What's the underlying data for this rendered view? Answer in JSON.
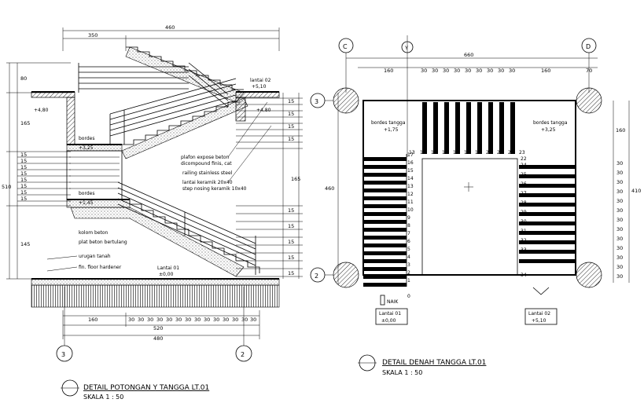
{
  "section": {
    "title": "DETAIL POTONGAN Y TANGGA LT.01",
    "scale": "SKALA 1 : 50",
    "top_dims": {
      "total": "460",
      "left": "350"
    },
    "left_dims": {
      "d1": "80",
      "d2": "165",
      "total": "510",
      "d3": "145",
      "d4": "15"
    },
    "right_dim": "165",
    "levels": {
      "upper": "+4,80",
      "landing_top": "+3,25",
      "landing_bottom": "+1,45"
    },
    "labels": {
      "lantai_top": "lantai 02",
      "lantai_top_val": "+5,10",
      "lantai_mid": "+4,80",
      "bordes1": "bordes",
      "bordes1_val": "+3,25",
      "bordes2": "bordes",
      "bordes2_val": "+1,45",
      "plafon": "plafon expose beton",
      "plafon2": "dicompound finis, cat",
      "railing": "railing stainless steel",
      "keramik": "lantai keramik 20x40",
      "nosing": "step nosing keramik 10x40",
      "kolom": "kolom beton",
      "pelat": "plat beton bertulang",
      "urugan": "urugan tanah",
      "floor": "fin. floor hardener",
      "lantai_bot": "Lantai 01",
      "lantai_bot_val": "±0,00"
    },
    "bottom_dims": {
      "d1": "160",
      "step": "30",
      "total": "520",
      "axis": "480"
    },
    "axis_left": "3",
    "axis_right": "2"
  },
  "plan": {
    "title": "DETAIL DENAH TANGGA LT.01",
    "scale": "SKALA 1 : 50",
    "top_dims": {
      "total": "660",
      "left": "160",
      "step": "30",
      "right": "160",
      "last": "70"
    },
    "axis_c": "C",
    "axis_d": "D",
    "axis_y": "Y",
    "axis_3": "3",
    "axis_2": "2",
    "left_dim": "460",
    "right_dims": {
      "top": "160",
      "step": "30",
      "total": "410"
    },
    "bordes_left": "bordes tangga",
    "bordes_left_val": "+1,75",
    "bordes_right": "bordes tangga",
    "bordes_right_val": "+3,25",
    "naik": "NAIK",
    "lantai01": "Lantai 01",
    "lantai01_val": "±0,00",
    "lantai02": "Lantai 02",
    "lantai02_val": "+5,10",
    "step_nums_left": [
      "17",
      "16",
      "15",
      "14",
      "13",
      "12",
      "11",
      "10",
      "9",
      "8",
      "7",
      "6",
      "5",
      "4",
      "3",
      "2",
      "1",
      "0"
    ],
    "step_nums_top": [
      "13",
      "14",
      "15",
      "16",
      "17",
      "18",
      "19",
      "20",
      "21",
      "22",
      "23"
    ],
    "step_num_top_right": "22",
    "step_nums_right": [
      "24",
      "25",
      "26",
      "27",
      "28",
      "29",
      "30",
      "31",
      "32",
      "33",
      "34"
    ]
  }
}
